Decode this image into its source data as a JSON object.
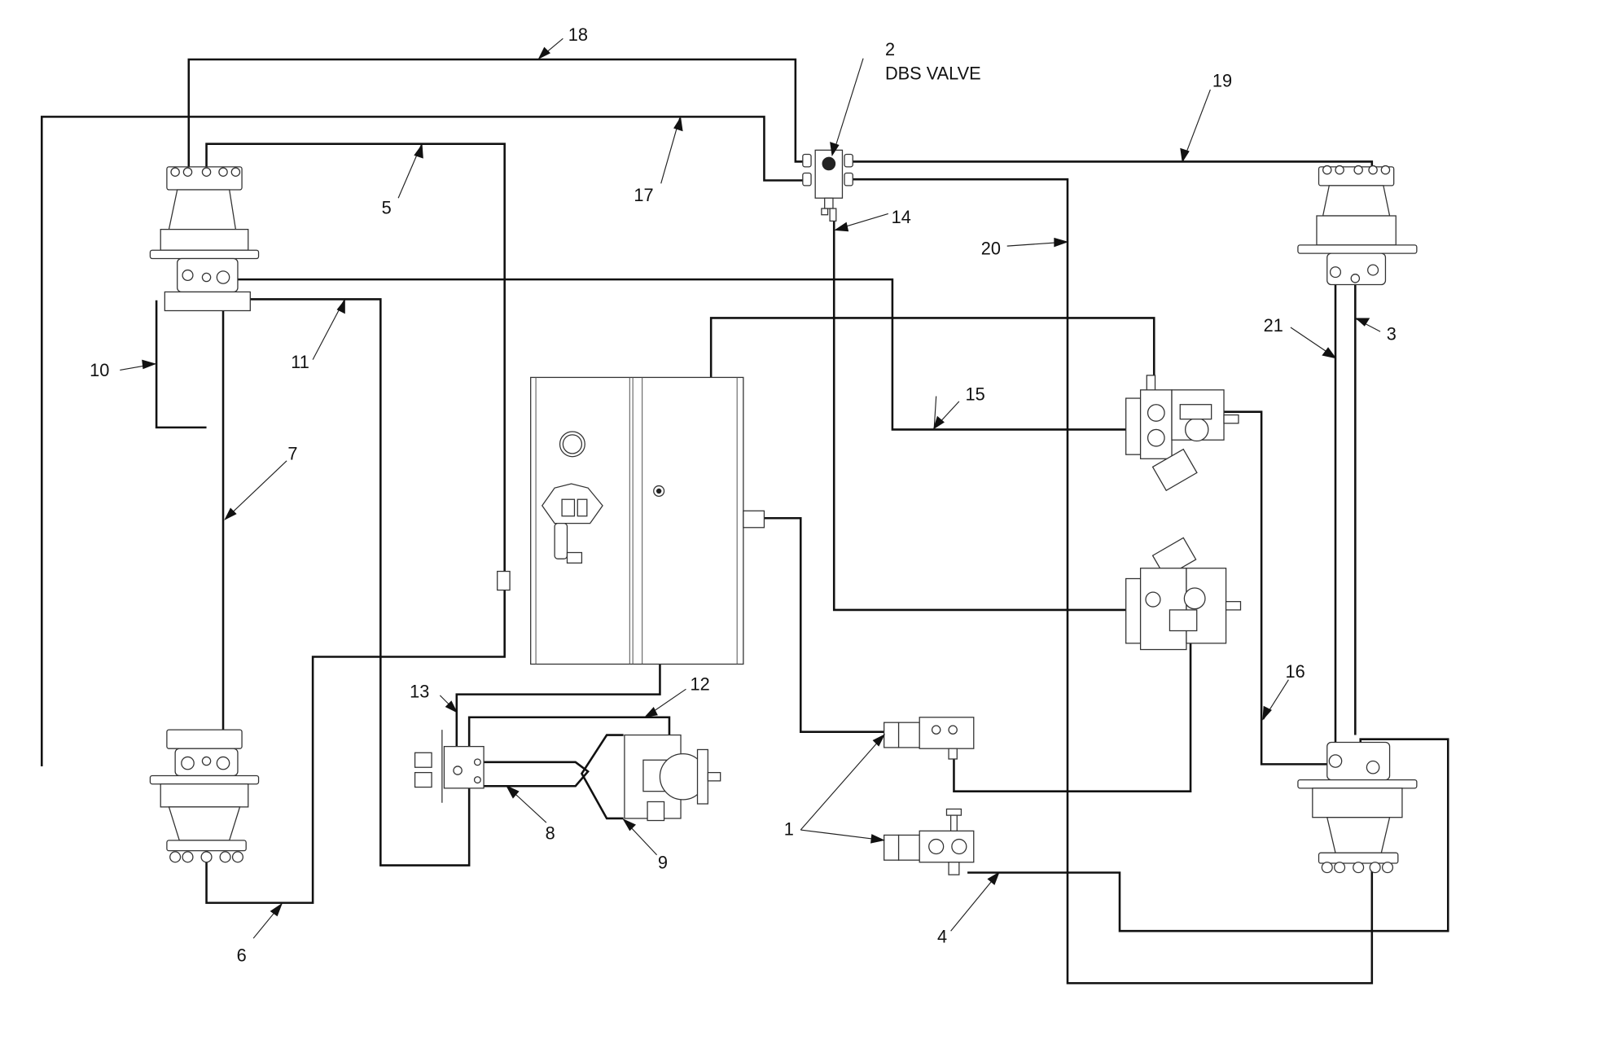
{
  "diagram": {
    "type": "hydraulic-schematic",
    "subject": "Hydraulic hose routing diagram",
    "line_color": "#111111",
    "background": "#ffffff"
  },
  "components": {
    "dbs_valve": {
      "callout": "2",
      "label": "DBS VALVE"
    },
    "filters": {
      "callout": "1"
    },
    "motor_front_left": {
      "name": "wheel-motor-front-left"
    },
    "motor_rear_left": {
      "name": "wheel-motor-rear-left"
    },
    "motor_front_right": {
      "name": "wheel-motor-front-right"
    },
    "motor_rear_right": {
      "name": "wheel-motor-rear-right"
    },
    "drive_pump_upper": {
      "name": "drive-pump-upper"
    },
    "drive_pump_lower": {
      "name": "drive-pump-lower"
    },
    "aux_pump": {
      "name": "auxiliary-pump"
    },
    "reservoir": {
      "name": "hydraulic-tank"
    },
    "manifold": {
      "name": "valve-manifold"
    }
  },
  "callouts": {
    "c1": "1",
    "c2": "2",
    "c2_label": "DBS VALVE",
    "c3": "3",
    "c4": "4",
    "c5": "5",
    "c6": "6",
    "c7": "7",
    "c8": "8",
    "c9": "9",
    "c10": "10",
    "c11": "11",
    "c12": "12",
    "c13": "13",
    "c14": "14",
    "c15": "15",
    "c16": "16",
    "c17": "17",
    "c18": "18",
    "c19": "19",
    "c20": "20",
    "c21": "21"
  }
}
